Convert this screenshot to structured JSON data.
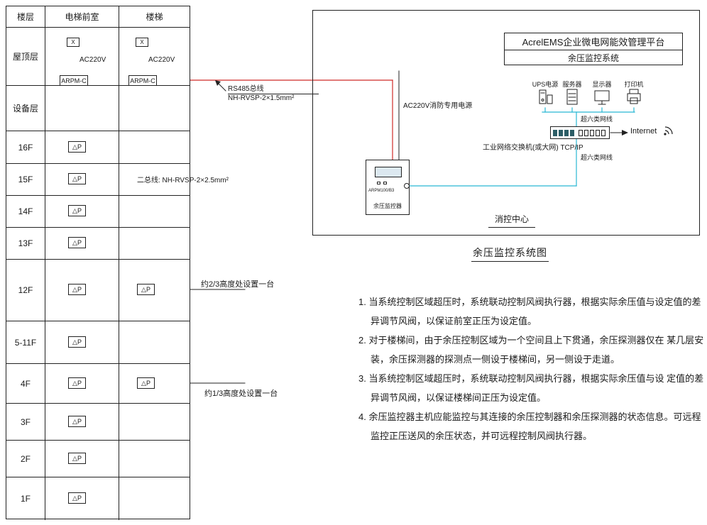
{
  "table": {
    "headers": [
      "楼层",
      "电梯前室",
      "楼梯"
    ],
    "floors": [
      {
        "label": "屋顶层"
      },
      {
        "label": "设备层"
      },
      {
        "label": "16F"
      },
      {
        "label": "15F"
      },
      {
        "label": "14F"
      },
      {
        "label": "13F"
      },
      {
        "label": "12F"
      },
      {
        "label": "5-11F"
      },
      {
        "label": "4F"
      },
      {
        "label": "3F"
      },
      {
        "label": "2F"
      },
      {
        "label": "1F"
      }
    ]
  },
  "symbols": {
    "damper": "X",
    "power": "AC220V",
    "controller": "ARPM-C",
    "sensor": "△P"
  },
  "annotations": {
    "rs485_title": "RS485总线",
    "rs485_spec": "NH-RVSP-2×1.5mm²",
    "bus2": "二总线: NH-RVSP-2×2.5mm²",
    "height23": "约2/3高度处设置一台",
    "height13": "约1/3高度处设置一台",
    "fire_power": "AC220V消防专用电源"
  },
  "system": {
    "platform_line1": "AcrelEMS企业微电网能效管理平台",
    "platform_line2": "余压监控系统",
    "devices": [
      "UPS电源",
      "服务器",
      "显示器",
      "打印机"
    ],
    "cat6_top": "超六类网线",
    "cat6_bottom": "超六类网线",
    "switch_label": "工业网络交换机(或大网) TCP/IP",
    "internet_label": "Internet",
    "monitor_model": "ARPM100/B3",
    "monitor_name": "余压监控器",
    "control_center": "消控中心",
    "caption": "余压监控系统图"
  },
  "notes": [
    "1. 当系统控制区域超压时，系统联动控制风阀执行器，根据实际余压值与设定值的差异调节风阀，以保证前室正压为设定值。",
    "2. 对于楼梯间，由于余压控制区域为一个空间且上下贯通，余压探测器仅在 某几层安装，余压探测器的探测点一侧设于楼梯间，另一侧设于走道。",
    "3. 当系统控制区域超压时，系统联动控制风阀执行器，根据实际余压值与设 定值的差异调节风阀，以保证楼梯间正压为设定值。",
    "4. 余压监控器主机应能监控与其连接的余压控制器和余压探测器的状态信息。可远程监控正压送风的余压状态，并可远程控制风阀执行器。"
  ]
}
